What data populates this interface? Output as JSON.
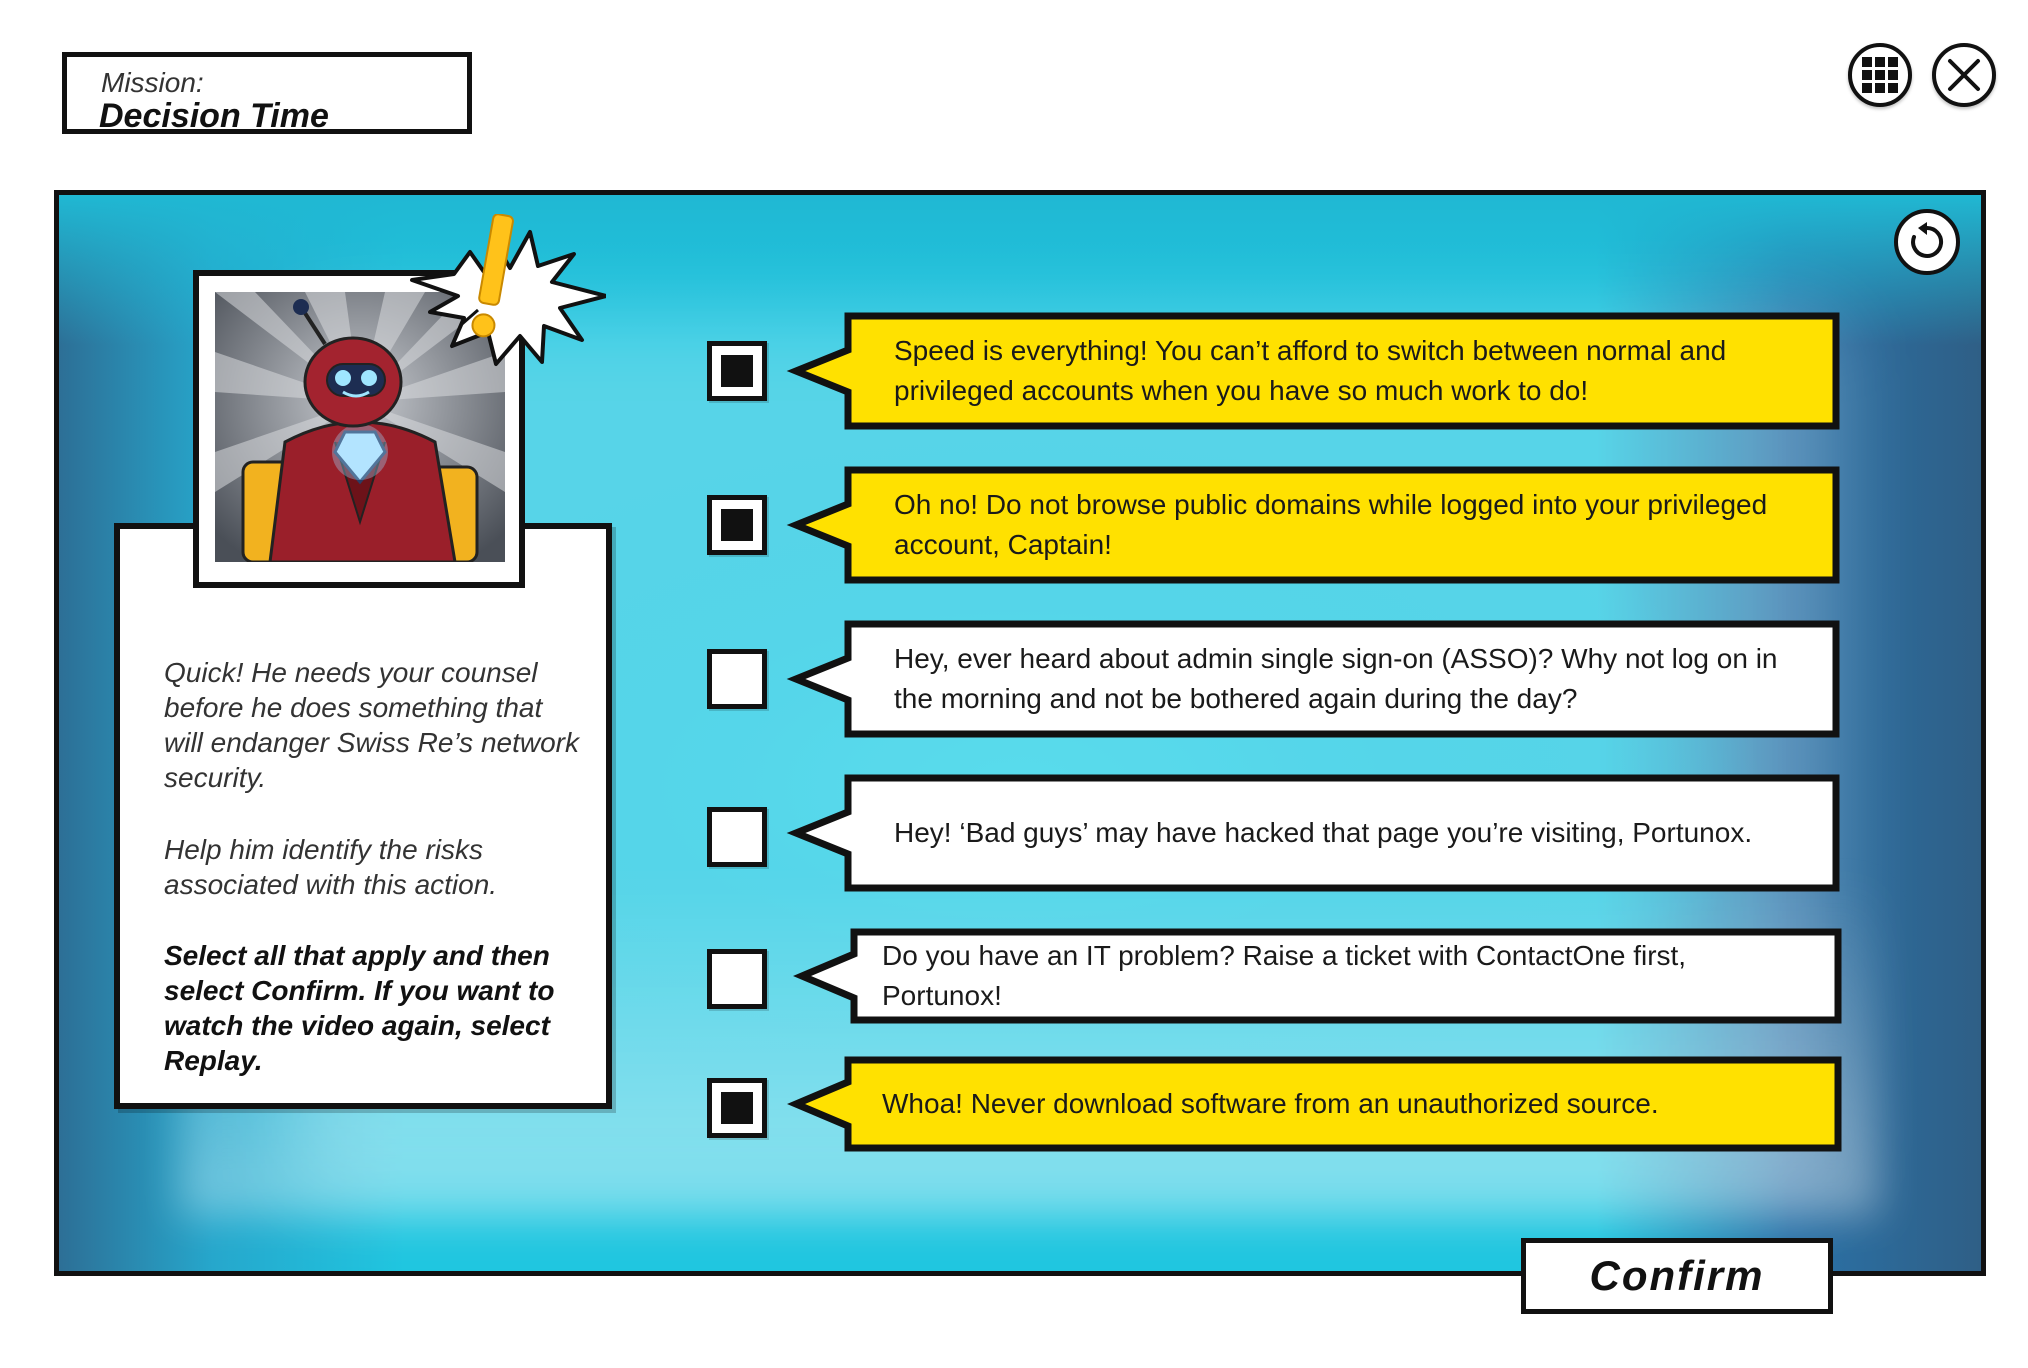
{
  "header": {
    "mission_label": "Mission:",
    "mission_title": "Decision Time",
    "menu_icon": "grid-menu-icon",
    "close_icon": "close-icon"
  },
  "scene": {
    "replay_icon": "replay-icon",
    "alert_icon": "exclamation-burst-icon"
  },
  "instructions": {
    "paragraph1": "Quick! He needs your counsel before he does something that will endanger Swiss Re’s network security.",
    "paragraph2": "Help him identify the risks associated with this action.",
    "paragraph3": "Select all that apply and then select Confirm. If you want to watch the video again, select Replay."
  },
  "options": [
    {
      "text": "Speed is everything! You can’t afford to switch between normal and privileged accounts when you have so much work to do!",
      "checked": true
    },
    {
      "text": "Oh no! Do not browse public domains while logged into your privileged account, Captain!",
      "checked": true
    },
    {
      "text": "Hey, ever heard about admin single sign-on (ASSO)? Why not log on in the morning and not be bothered again during the day?",
      "checked": false
    },
    {
      "text": "Hey! ‘Bad guys’ may have hacked that page you’re visiting, Portunox.",
      "checked": false
    },
    {
      "text": "Do you have an IT problem? Raise a ticket with ContactOne first, Portunox!",
      "checked": false
    },
    {
      "text": "Whoa! Never download software from an unauthorized source.",
      "checked": true
    }
  ],
  "colors": {
    "selected_bubble": "#ffe100",
    "unselected_bubble": "#ffffff",
    "scene_cyan": "#1fc6e0",
    "outline": "#111111"
  },
  "confirm_label": "Confirm"
}
